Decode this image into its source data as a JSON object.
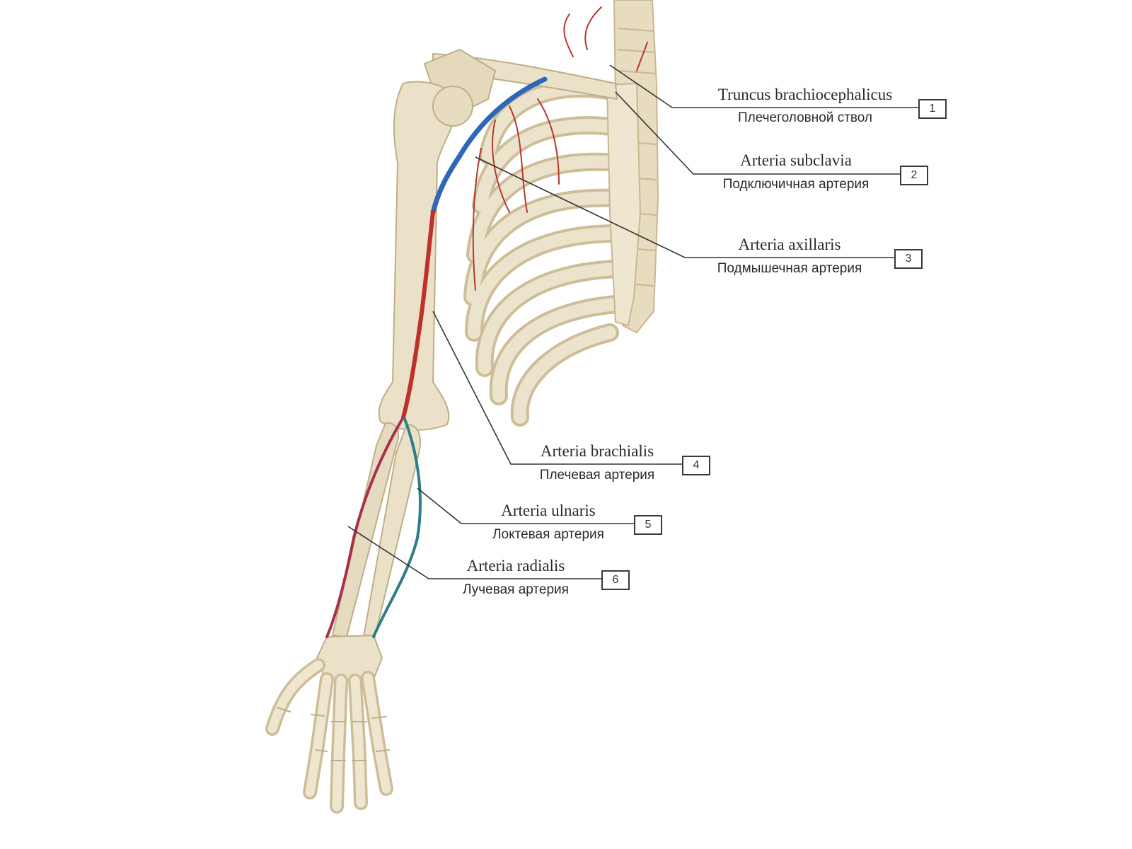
{
  "colors": {
    "bone": "#ebe1c9",
    "bone_shade": "#cdbd98",
    "artery": "#c0302a",
    "vein": "#2f67b8",
    "vessel_teal": "#2f7d86",
    "leader": "#333333"
  },
  "labels": [
    {
      "number": "1",
      "latin": "Truncus brachiocephalicus",
      "russian": "Плечеголовной ствол"
    },
    {
      "number": "2",
      "latin": "Arteria subclavia",
      "russian": "Подключичная артерия"
    },
    {
      "number": "3",
      "latin": "Arteria axillaris",
      "russian": "Подмышечная артерия"
    },
    {
      "number": "4",
      "latin": "Arteria brachialis",
      "russian": "Плечевая артерия"
    },
    {
      "number": "5",
      "latin": "Arteria ulnaris",
      "russian": "Локтевая артерия"
    },
    {
      "number": "6",
      "latin": "Arteria radialis",
      "russian": "Лучевая артерия"
    }
  ]
}
